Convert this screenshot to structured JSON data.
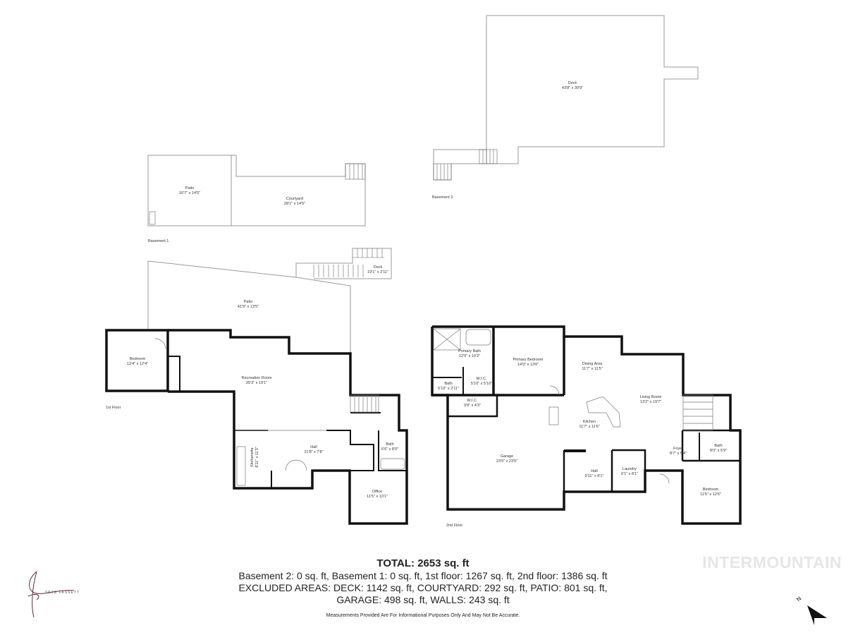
{
  "floors": {
    "basement2": {
      "label": "Basement 2",
      "rooms": [
        {
          "name": "Deck",
          "size": "43'8\" x 30'9\""
        }
      ]
    },
    "basement1": {
      "label": "Basement 1",
      "rooms": [
        {
          "name": "Patio",
          "size": "16'7\" x 14'5\""
        },
        {
          "name": "Courtyard",
          "size": "28'1\" x 14'5\""
        }
      ]
    },
    "floor1": {
      "label": "1st Floor",
      "rooms": [
        {
          "name": "Patio",
          "size": "41'9\" x 13'5\""
        },
        {
          "name": "Deck",
          "size": "19'1\" x 2'11\""
        },
        {
          "name": "Bedroom",
          "size": "12'4\" x 12'4\""
        },
        {
          "name": "Recreation Room",
          "size": "35'3\" x 19'1\""
        },
        {
          "name": "Hall",
          "size": "21'8\" x 7'8\""
        },
        {
          "name": "Kitchenette",
          "size": "6'11\" x 11'3\""
        },
        {
          "name": "Bath",
          "size": "6'6\" x 8'0\""
        },
        {
          "name": "Office",
          "size": "11'5\" x 13'1\""
        }
      ]
    },
    "floor2": {
      "label": "2nd Floor",
      "rooms": [
        {
          "name": "Primary Bath",
          "size": "12'0\" x 10'2\""
        },
        {
          "name": "Primary Bedroom",
          "size": "14'0\" x 13'6\""
        },
        {
          "name": "W.I.C.",
          "size": "5'10\" x 5'10\""
        },
        {
          "name": "Bath",
          "size": "5'10\" x 2'11\""
        },
        {
          "name": "W.I.C.",
          "size": "9'8\" x 4'3\""
        },
        {
          "name": "Dining Area",
          "size": "11'7\" x 11'5\""
        },
        {
          "name": "Living Room",
          "size": "13'2\" x 19'7\""
        },
        {
          "name": "Kitchen",
          "size": "11'7\" x 11'6\""
        },
        {
          "name": "Garage",
          "size": "23'5\" x 23'5\""
        },
        {
          "name": "Hall",
          "size": "9'11\" x 8'1\""
        },
        {
          "name": "Laundry",
          "size": "6'1\" x 8'1\""
        },
        {
          "name": "Foyer",
          "size": "8'7\" x 5'4\""
        },
        {
          "name": "Bath",
          "size": "8'0\" x 5'9\""
        },
        {
          "name": "Bedroom",
          "size": "11'5\" x 12'6\""
        }
      ]
    }
  },
  "summary": {
    "total": "TOTAL: 2653 sq. ft",
    "line1": "Basement 2: 0 sq. ft, Basement 1: 0 sq. ft, 1st floor: 1267 sq. ft, 2nd floor: 1386 sq. ft",
    "line2": "EXCLUDED AREAS: DECK: 1142 sq. ft, COURTYARD: 292 sq. ft, PATIO: 801 sq. ft,",
    "line3": "GARAGE: 498 sq. ft, WALLS: 243 sq. ft",
    "disclaimer": "Measurements Provided Are For Informational Purposes Only And May Not Be Accurate."
  },
  "branding": {
    "watermark": "INTERMOUNTAIN",
    "photographer": "SKYE FASSETT",
    "watermark_color": "#e6e6e6"
  },
  "compass": {
    "label": "N",
    "icon": "north-arrow-icon"
  },
  "colors": {
    "wall": "#111111",
    "outline": "#999999"
  }
}
